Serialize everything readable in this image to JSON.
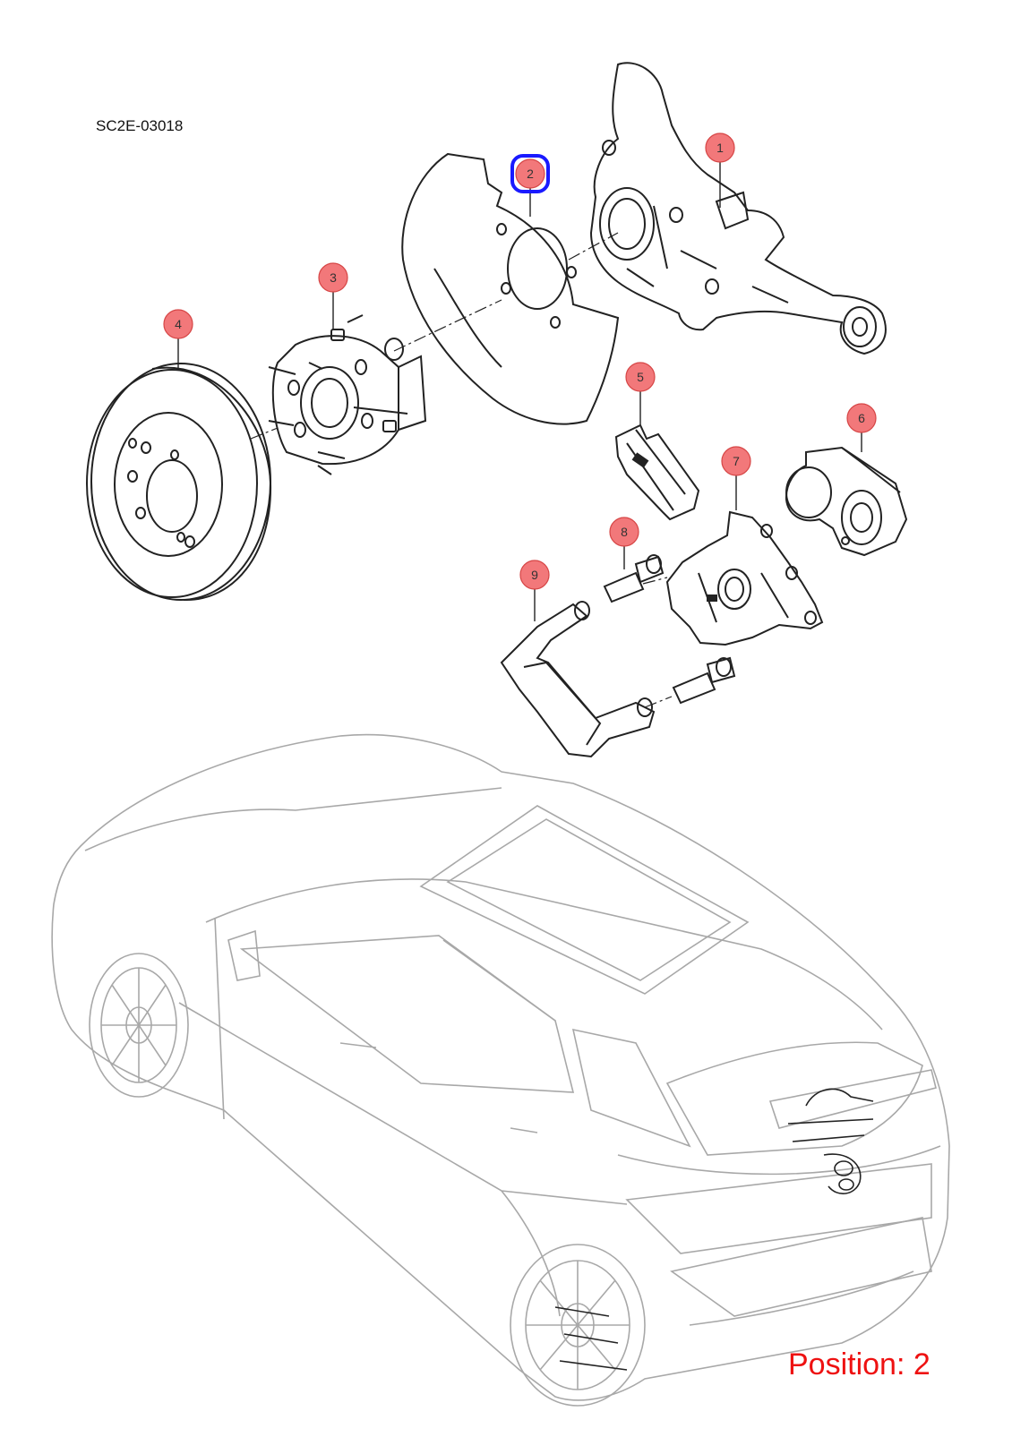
{
  "diagram": {
    "code": "SC2E-03018",
    "position_text": "Position: 2",
    "selected_position": "2",
    "colors": {
      "callout_fill": "#f2787a",
      "callout_stroke": "#d64545",
      "selected_highlight": "#1a1aff",
      "line_art": "#222222",
      "vehicle_line": "#a8a8a8",
      "position_text": "#ee1111"
    },
    "callouts": [
      {
        "number": "1",
        "part": "steering-knuckle"
      },
      {
        "number": "2",
        "part": "dust-shield"
      },
      {
        "number": "3",
        "part": "hub-bearing"
      },
      {
        "number": "4",
        "part": "brake-disc"
      },
      {
        "number": "5",
        "part": "brake-pad"
      },
      {
        "number": "6",
        "part": "caliper-motor"
      },
      {
        "number": "7",
        "part": "caliper-body"
      },
      {
        "number": "8",
        "part": "guide-pin-upper"
      },
      {
        "number": "9",
        "part": "caliper-bracket"
      }
    ]
  }
}
